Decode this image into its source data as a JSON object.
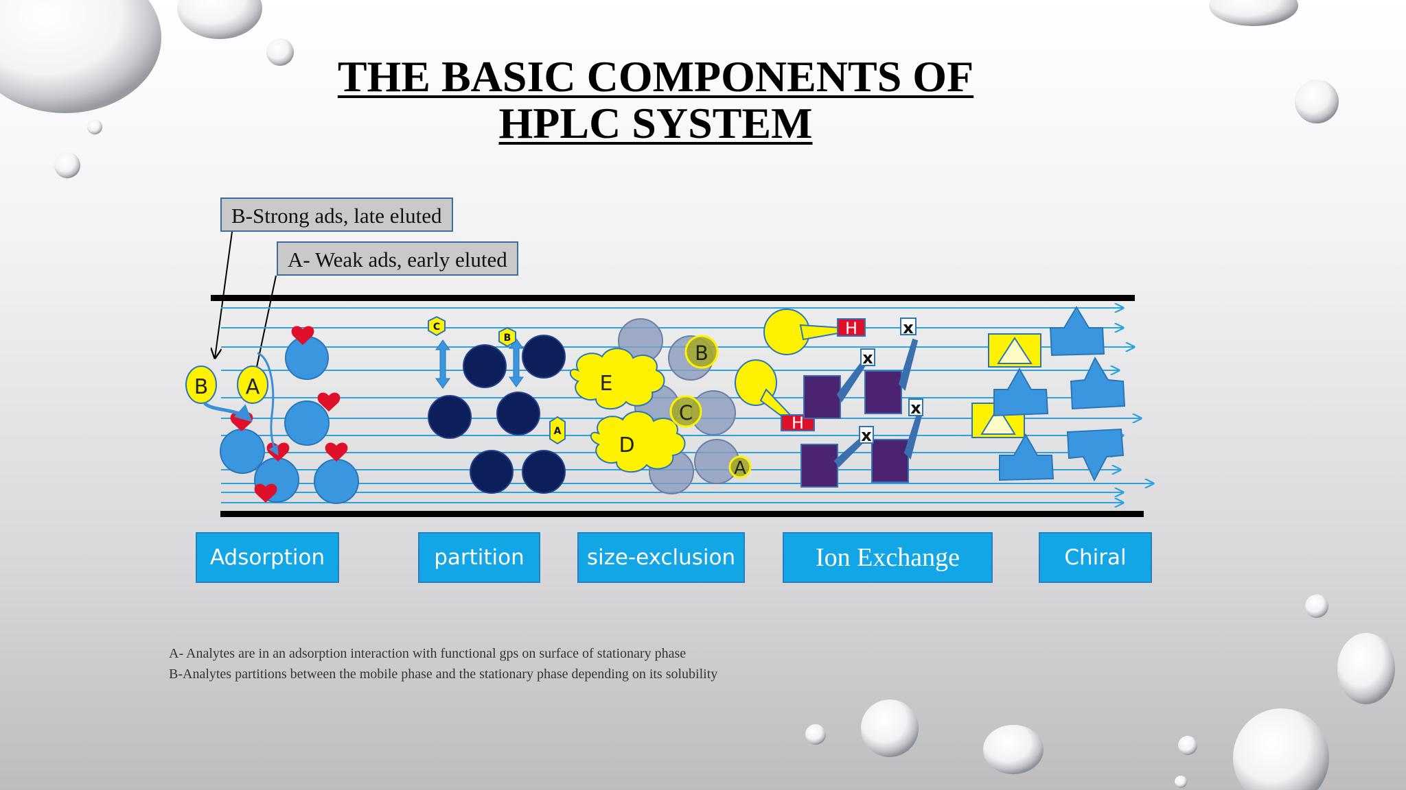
{
  "slide": {
    "title": "THE BASIC COMPONENTS OF HPLC SYSTEM"
  },
  "callouts": {
    "strong": "B-Strong ads, late eluted",
    "weak": "A- Weak ads, early eluted"
  },
  "categories": [
    {
      "label": "Adsorption"
    },
    {
      "label": "partition"
    },
    {
      "label": "size-exclusion"
    },
    {
      "label": "Ion Exchange"
    },
    {
      "label": "Chiral"
    }
  ],
  "diagram_labels": {
    "adsorption": {
      "b": "B",
      "a": "A"
    },
    "partition": {
      "c": "C",
      "b": "B",
      "a": "A"
    },
    "size_exclusion": {
      "e": "E",
      "d": "D",
      "b": "B",
      "c": "C",
      "a": "A"
    },
    "ion_exchange": {
      "h": "H",
      "x": "x"
    }
  },
  "notes": [
    "A- Analytes are in an adsorption interaction with functional gps on surface of stationary phase",
    "B-Analytes partitions between the mobile phase  and  the stationary phase depending on its solubility"
  ],
  "colors": {
    "column_border": "#000000",
    "flow_line": "#2aa3e0",
    "category_bg": "#12a6e6",
    "analyte_yellow": "#fff200",
    "adsorbent_blue": "#3a96de",
    "partition_navy": "#0c1f5a",
    "sec_gray": "#8a9bbd",
    "ion_purple": "#4a2470",
    "heart_red": "#e0102a"
  }
}
